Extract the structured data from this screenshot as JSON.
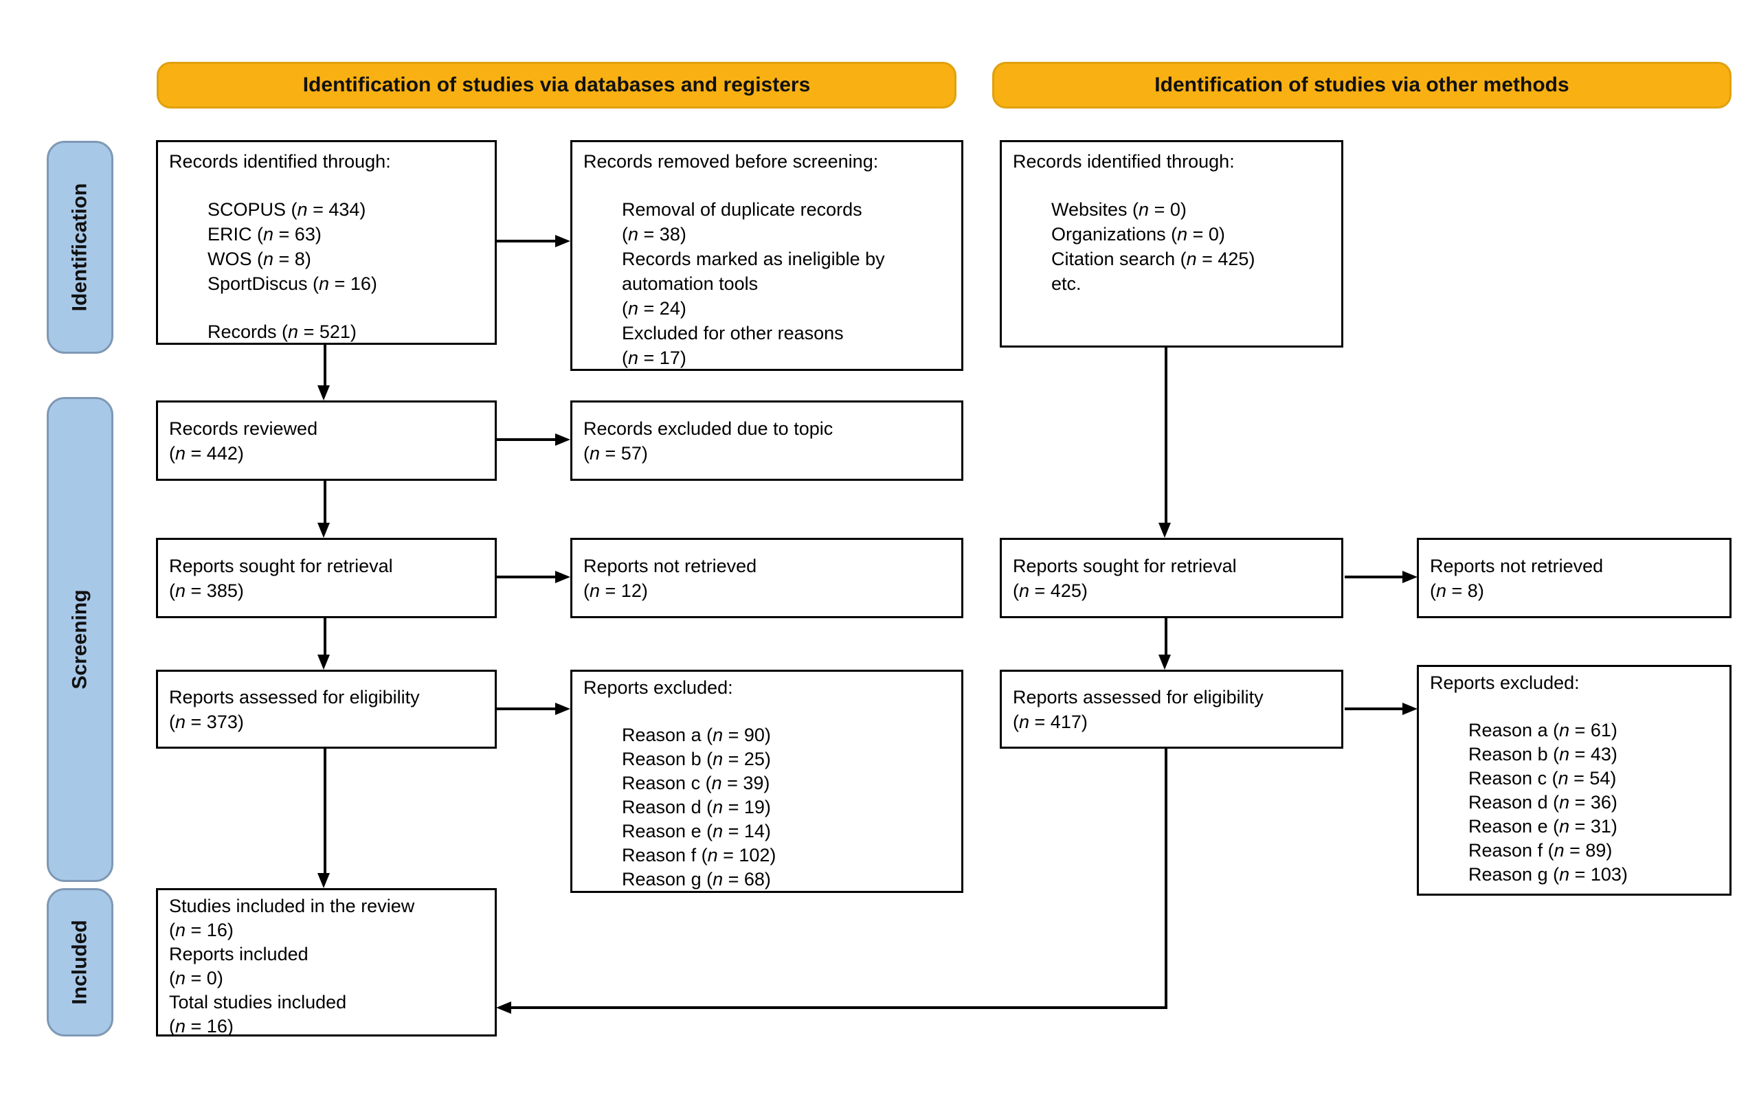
{
  "colors": {
    "page_bg": "#ffffff",
    "header_fill": "#F9B013",
    "header_border": "#DFA10E",
    "stage_fill": "#A8C8E8",
    "stage_border": "#7E98B4",
    "box_border": "#000000",
    "arrow": "#000000"
  },
  "headers": [
    {
      "label": "Identification of studies via databases and registers"
    },
    {
      "label": "Identification of studies via other methods"
    }
  ],
  "stages": [
    {
      "label": "Identification"
    },
    {
      "label": "Screening"
    },
    {
      "label": "Included"
    }
  ],
  "boxes": {
    "db_identified": {
      "lines": [
        {
          "t": "Records identified through:"
        },
        {
          "t": "SCOPUS (n = 434)",
          "indent": true,
          "gap": true
        },
        {
          "t": "ERIC (n = 63)",
          "indent": true
        },
        {
          "t": "WOS (n = 8)",
          "indent": true
        },
        {
          "t": "SportDiscus (n = 16)",
          "indent": true
        },
        {
          "t": "Records (n = 521)",
          "indent": true,
          "gap": true
        }
      ]
    },
    "records_removed": {
      "lines": [
        {
          "t": "Records removed before screening:"
        },
        {
          "t": "Removal of duplicate records",
          "indent": true,
          "gap": true
        },
        {
          "t": "(n = 38)",
          "indent": true
        },
        {
          "t": "Records marked as ineligible by",
          "indent": true
        },
        {
          "t": "automation tools",
          "indent": true
        },
        {
          "t": "(n = 24)",
          "indent": true
        },
        {
          "t": "Excluded for other reasons",
          "indent": true
        },
        {
          "t": "(n = 17)",
          "indent": true
        }
      ]
    },
    "other_identified": {
      "lines": [
        {
          "t": "Records identified through:"
        },
        {
          "t": "Websites (n = 0)",
          "indent": true,
          "gap": true
        },
        {
          "t": "Organizations (n = 0)",
          "indent": true
        },
        {
          "t": "Citation search (n = 425)",
          "indent": true
        },
        {
          "t": "etc.",
          "indent": true
        }
      ]
    },
    "records_reviewed": {
      "lines": [
        {
          "t": "Records reviewed"
        },
        {
          "t": "(n = 442)"
        }
      ]
    },
    "records_excluded_topic": {
      "lines": [
        {
          "t": "Records excluded due to topic"
        },
        {
          "t": "(n = 57)"
        }
      ]
    },
    "db_sought": {
      "lines": [
        {
          "t": "Reports sought for retrieval"
        },
        {
          "t": "(n = 385)"
        }
      ]
    },
    "db_not_retrieved": {
      "lines": [
        {
          "t": "Reports not retrieved"
        },
        {
          "t": "(n = 12)"
        }
      ]
    },
    "other_sought": {
      "lines": [
        {
          "t": "Reports sought for retrieval"
        },
        {
          "t": "(n = 425)"
        }
      ]
    },
    "other_not_retrieved": {
      "lines": [
        {
          "t": "Reports not retrieved"
        },
        {
          "t": "(n = 8)"
        }
      ]
    },
    "db_assessed": {
      "lines": [
        {
          "t": "Reports assessed for eligibility"
        },
        {
          "t": "(n = 373)"
        }
      ]
    },
    "db_excluded": {
      "lines": [
        {
          "t": "Reports excluded:"
        },
        {
          "t": "Reason a (n = 90)",
          "indent": true,
          "gap": true
        },
        {
          "t": "Reason b (n = 25)",
          "indent": true
        },
        {
          "t": "Reason c (n = 39)",
          "indent": true
        },
        {
          "t": "Reason d (n = 19)",
          "indent": true
        },
        {
          "t": "Reason e (n = 14)",
          "indent": true
        },
        {
          "t": "Reason f (n = 102)",
          "indent": true
        },
        {
          "t": "Reason g (n = 68)",
          "indent": true
        }
      ]
    },
    "other_assessed": {
      "lines": [
        {
          "t": "Reports assessed for eligibility"
        },
        {
          "t": "(n = 417)"
        }
      ]
    },
    "other_excluded": {
      "lines": [
        {
          "t": "Reports excluded:"
        },
        {
          "t": "Reason a (n = 61)",
          "indent": true,
          "gap": true
        },
        {
          "t": "Reason b (n = 43)",
          "indent": true
        },
        {
          "t": "Reason c (n = 54)",
          "indent": true
        },
        {
          "t": "Reason d (n = 36)",
          "indent": true
        },
        {
          "t": "Reason e (n = 31)",
          "indent": true
        },
        {
          "t": "Reason f (n = 89)",
          "indent": true
        },
        {
          "t": "Reason g (n = 103)",
          "indent": true
        }
      ]
    },
    "included_studies": {
      "lines": [
        {
          "t": "Studies included in the review"
        },
        {
          "t": "(n = 16)"
        },
        {
          "t": "Reports included"
        },
        {
          "t": "(n = 0)"
        },
        {
          "t": "Total studies included"
        },
        {
          "t": "(n = 16)"
        }
      ]
    }
  }
}
